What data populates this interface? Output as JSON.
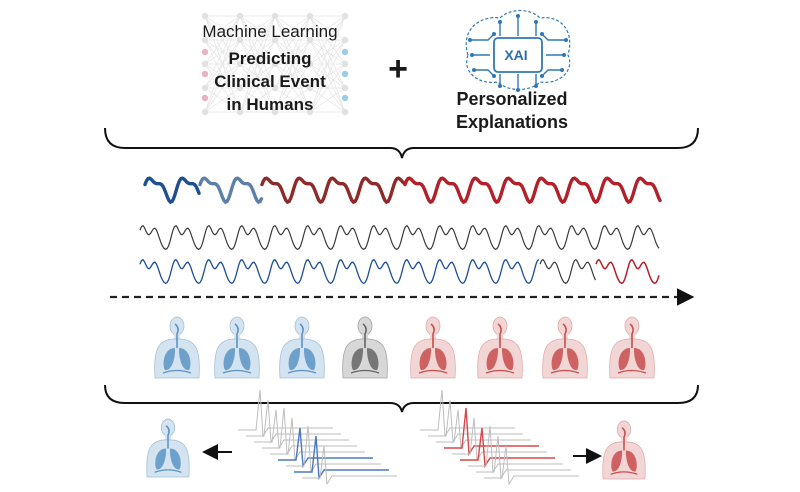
{
  "header": {
    "ml_title": "Machine Learning",
    "ml_line1": "Predicting",
    "ml_line2": "Clinical Event",
    "ml_line3": "in Humans",
    "plus": "+",
    "xai_badge": "XAI",
    "xai_line1": "Personalized",
    "xai_line2": "Explanations"
  },
  "colors": {
    "blue": "#1f4f93",
    "steel_blue": "#5d7fa8",
    "dark_red": "#8e2a2a",
    "red": "#b3202a",
    "gray": "#3a3a3a",
    "light_blue": "#a9c8e0",
    "light_red": "#e8a9a9",
    "icon_blue": "#4aa3d8",
    "icon_pink": "#d9709a"
  },
  "icons": {
    "network": "neural-network-icon",
    "brain": "brain-circuit-icon",
    "body": "human-body-icon",
    "arrow": "arrow-icon"
  },
  "timeline": {
    "body_tints": [
      "blue",
      "blue",
      "blue",
      "gray",
      "red",
      "red",
      "red",
      "red"
    ]
  }
}
